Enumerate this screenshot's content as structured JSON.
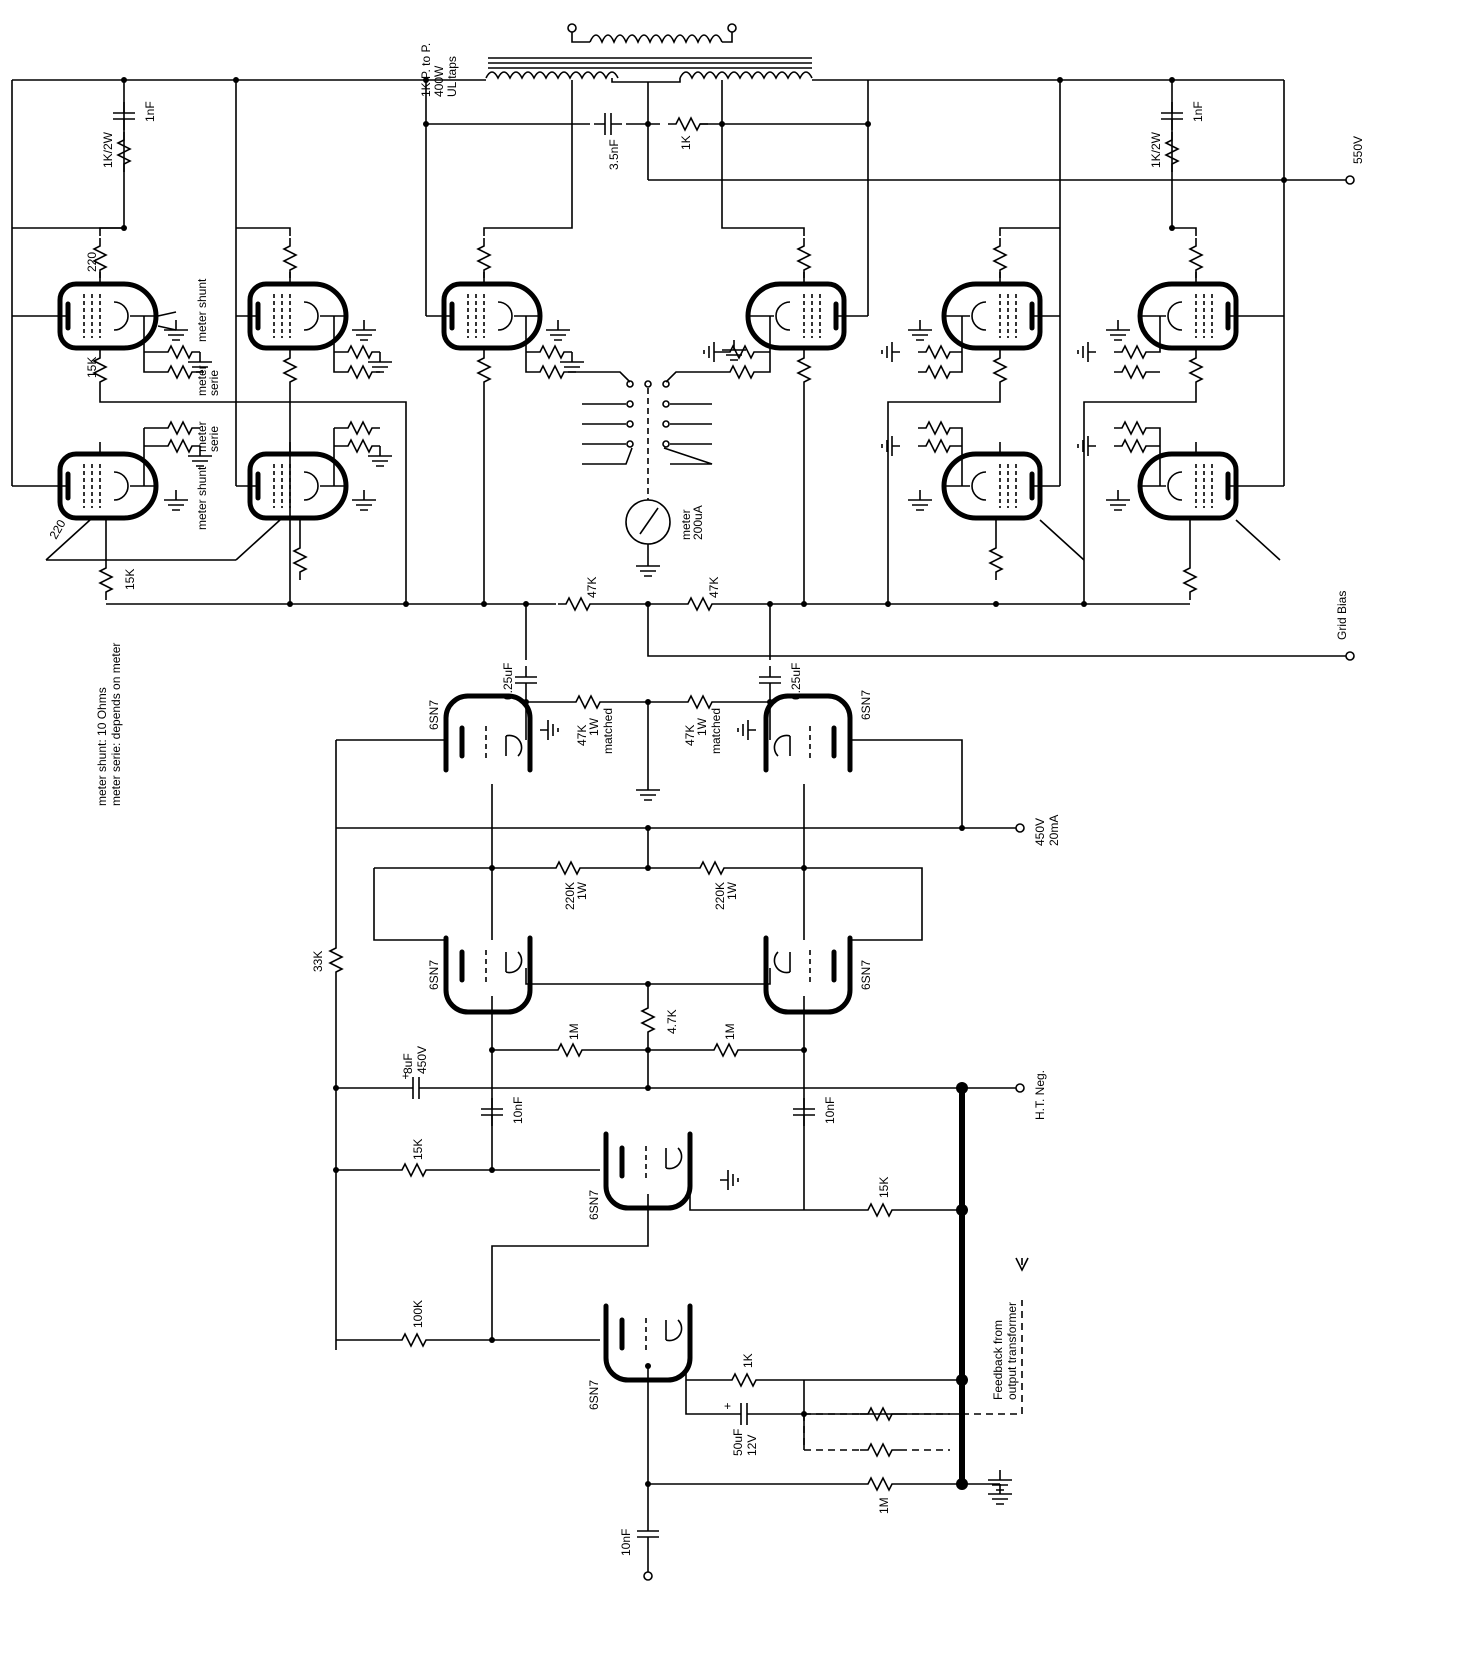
{
  "labels": {
    "transformer": "1K P. to P.",
    "transformer_power": "400W",
    "transformer_taps": "UL taps",
    "plate_supply": "550V",
    "snubber_r": "1K/2W",
    "snubber_c": "1nF",
    "coupling_c": "3.5nF",
    "coupling_r": "1K",
    "screen_r": "220",
    "cathode_r": "15K",
    "meter_shunt": "meter shunt",
    "meter_shunt_2": "meter shunt",
    "meter_serie_a": "meter",
    "meter_serie_b": "serie",
    "meter": "meter",
    "meter_rating": "200uA",
    "grid_r_left": "47K",
    "grid_r_right": "47K",
    "grid_bias": "Grid Bias",
    "note_line1": "meter shunt: 10 Ohms",
    "note_line2": "meter serie: depends on meter",
    "cap_025": "0.25uF",
    "cf_r": "47K",
    "cf_r_power": "1W",
    "cf_r_match": "matched",
    "tube_6sn7": "6SN7",
    "b_plus": "450V",
    "b_plus_current": "20mA",
    "plate_load": "220K",
    "plate_load_power": "1W",
    "r_33k": "33K",
    "r_4k7": "4.7K",
    "r_1m": "1M",
    "cap_8uf": "8uF",
    "cap_8uf_v": "450V",
    "cap_10nf": "10nF",
    "ht_neg": "H.T. Neg.",
    "r_15k": "15K",
    "r_100k": "100K",
    "r_1k": "1K",
    "cap_50uf": "50uF",
    "cap_50uf_v": "12V",
    "feedback_1": "Feedback from",
    "feedback_2": "output transformer",
    "input_cap": "10nF"
  }
}
